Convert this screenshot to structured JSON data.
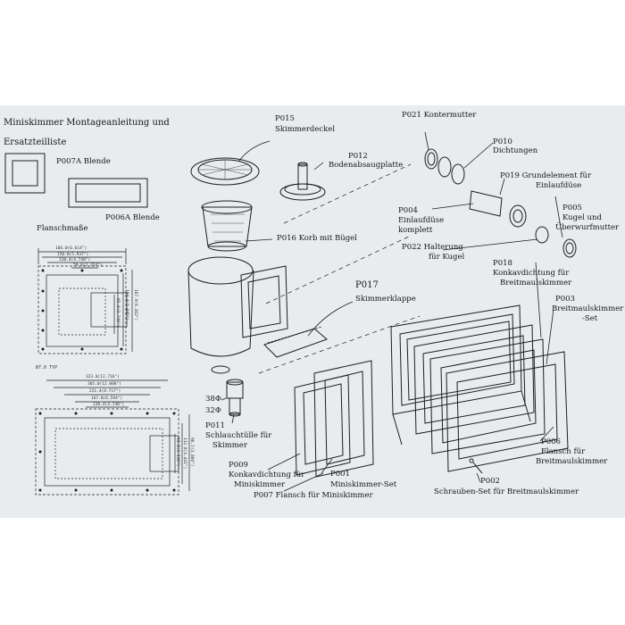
{
  "title_line1": "Miniskimmer Montageanleitung und",
  "title_line2": "Ersatzteilliste",
  "flanschmasse": "Flanschmaße",
  "parts": {
    "p007a": "P007A Blende",
    "p006a": "P006A Blende",
    "p015_code": "P015",
    "p015_name": "Skimmerdeckel",
    "p012_code": "P012",
    "p012_name": "Bodenabsaugplatte",
    "p021": "P021 Kontermutter",
    "p010_code": "P010",
    "p010_name": "Dichtungen",
    "p019_line1": "P019 Grundelement für",
    "p019_line2": "Einlaufdüse",
    "p004_line1": "P004",
    "p004_line2": "Einlaufdüse",
    "p004_line3": "komplett",
    "p005_line1": "P005",
    "p005_line2": "Kugel und",
    "p005_line3": "Überwurfmutter",
    "p016": "P016 Korb mit Bügel",
    "p022_line1": "P022 Halterung",
    "p022_line2": "für Kugel",
    "p018_line1": "P018",
    "p018_line2": "Konkavdichtung für",
    "p018_line3": "Breitmaulskimmer",
    "p017_code": "P017",
    "p017_name": "Skimmerklappe",
    "p003_line1": "P003",
    "p003_line2": "Breitmaulskimmer",
    "p003_line3": "-Set",
    "size38": "38Φ",
    "size32": "32Φ",
    "p011_line1": "P011",
    "p011_line2": "Schlauchtülle für",
    "p011_line3": "Skimmer",
    "p009_line1": "P009",
    "p009_line2": "Konkavdichtung für",
    "p009_line3": "Miniskimmer",
    "p001_code": "P001",
    "p001_name": "Miniskimmer-Set",
    "p007": "P007   Flansch für Miniskimmer",
    "p006_line1": "P006",
    "p006_line2": "Flansch für",
    "p006_line3": "Breitmaulskimmer",
    "p002_code": "P002",
    "p002_name": "Schrauben-Set für Breitmaulskimmer"
  },
  "dimensions": {
    "top_widths": [
      "166.0(6.614\")",
      "150.8(5.937\")",
      "120.4(4.740\")",
      "59.8(2.354\")"
    ],
    "top_heights": [
      "95.0(3.740\")",
      "184.4(5.685\")",
      "167.9(6.362\")"
    ],
    "bottom_widths": [
      "323.0(12.716\")",
      "305.0(12.008\")",
      "221.4(8.717\")",
      "167.0(6.594\")",
      "120.4(4.740\")"
    ],
    "bottom_heights": [
      "93.8(3.110\")",
      "112.8(4.441\")",
      "96.5(3.800\")"
    ],
    "typ_note": "Ø7.0 TYP"
  },
  "colors": {
    "paper": "#e9ecee",
    "ink": "#1a1a1a"
  }
}
